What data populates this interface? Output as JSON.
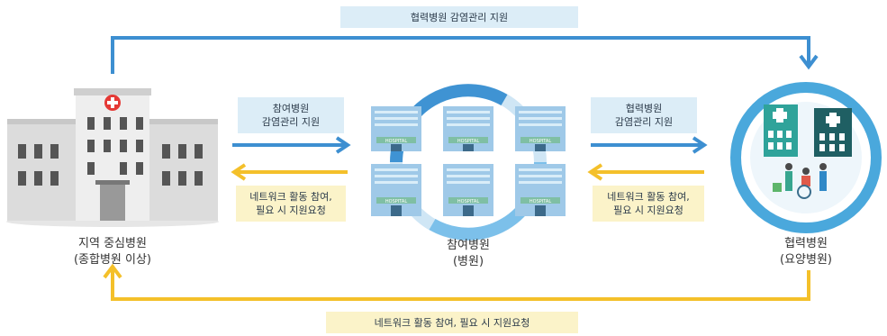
{
  "top_banner": "협력병원 감염관리 지원",
  "bottom_banner": "네트워크 활동 참여, 필요 시 지원요청",
  "left_blue_label": [
    "참여병원",
    "감염관리 지원"
  ],
  "left_yellow_label": [
    "네트워크 활동 참여,",
    "필요 시 지원요청"
  ],
  "right_blue_label": [
    "협력병원",
    "감염관리 지원"
  ],
  "right_yellow_label": [
    "네트워크 활동 참여,",
    "필요 시 지원요청"
  ],
  "nodes": {
    "left": {
      "line1": "지역 중심병원",
      "line2": "(종합병원 이상)"
    },
    "center": {
      "line1": "참여병원",
      "line2": "(병원)"
    },
    "right": {
      "line1": "협력병원",
      "line2": "(요양병원)"
    }
  },
  "building_sign": "HOSPITAL",
  "colors": {
    "blue_arrow": "#3d8fd1",
    "yellow_arrow": "#f4c02a",
    "ring": "#4aa8dc"
  }
}
